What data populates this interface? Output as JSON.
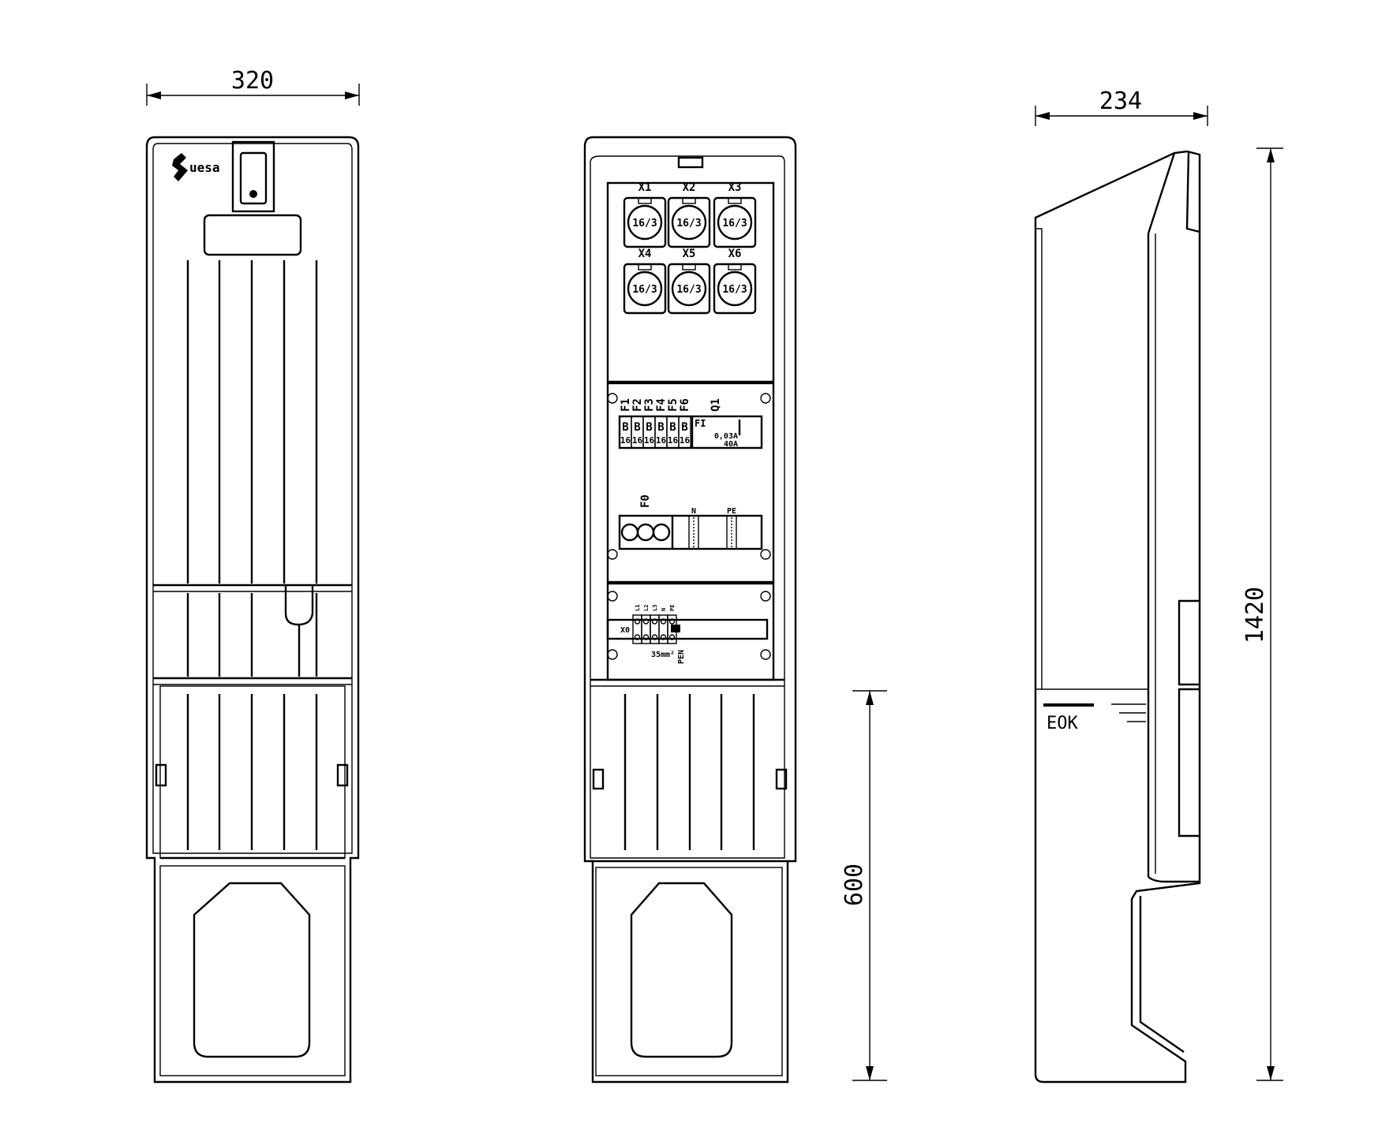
{
  "dimensions": {
    "front_width": "320",
    "side_depth": "234",
    "total_height": "1420",
    "base_height": "600"
  },
  "logo": {
    "text": "uesa"
  },
  "sockets": [
    {
      "label": "X1",
      "rating": "16/3"
    },
    {
      "label": "X2",
      "rating": "16/3"
    },
    {
      "label": "X3",
      "rating": "16/3"
    },
    {
      "label": "X4",
      "rating": "16/3"
    },
    {
      "label": "X5",
      "rating": "16/3"
    },
    {
      "label": "X6",
      "rating": "16/3"
    }
  ],
  "breakers": [
    {
      "label": "F1",
      "type": "B",
      "rating": "16"
    },
    {
      "label": "F2",
      "type": "B",
      "rating": "16"
    },
    {
      "label": "F3",
      "type": "B",
      "rating": "16"
    },
    {
      "label": "F4",
      "type": "B",
      "rating": "16"
    },
    {
      "label": "F5",
      "type": "B",
      "rating": "16"
    },
    {
      "label": "F6",
      "type": "B",
      "rating": "16"
    }
  ],
  "rcd": {
    "label": "Q1",
    "name": "FI",
    "sensitivity": "0,03A",
    "current": "40A"
  },
  "fuse": {
    "label": "F0"
  },
  "busbars": {
    "neutral": "N",
    "earth": "PE"
  },
  "terminals": {
    "label": "X0",
    "phases": [
      "L1",
      "L2",
      "L3",
      "N",
      "PE"
    ],
    "cross_section": "35mm²",
    "pen": "PEN"
  },
  "ground_level": "EOK"
}
